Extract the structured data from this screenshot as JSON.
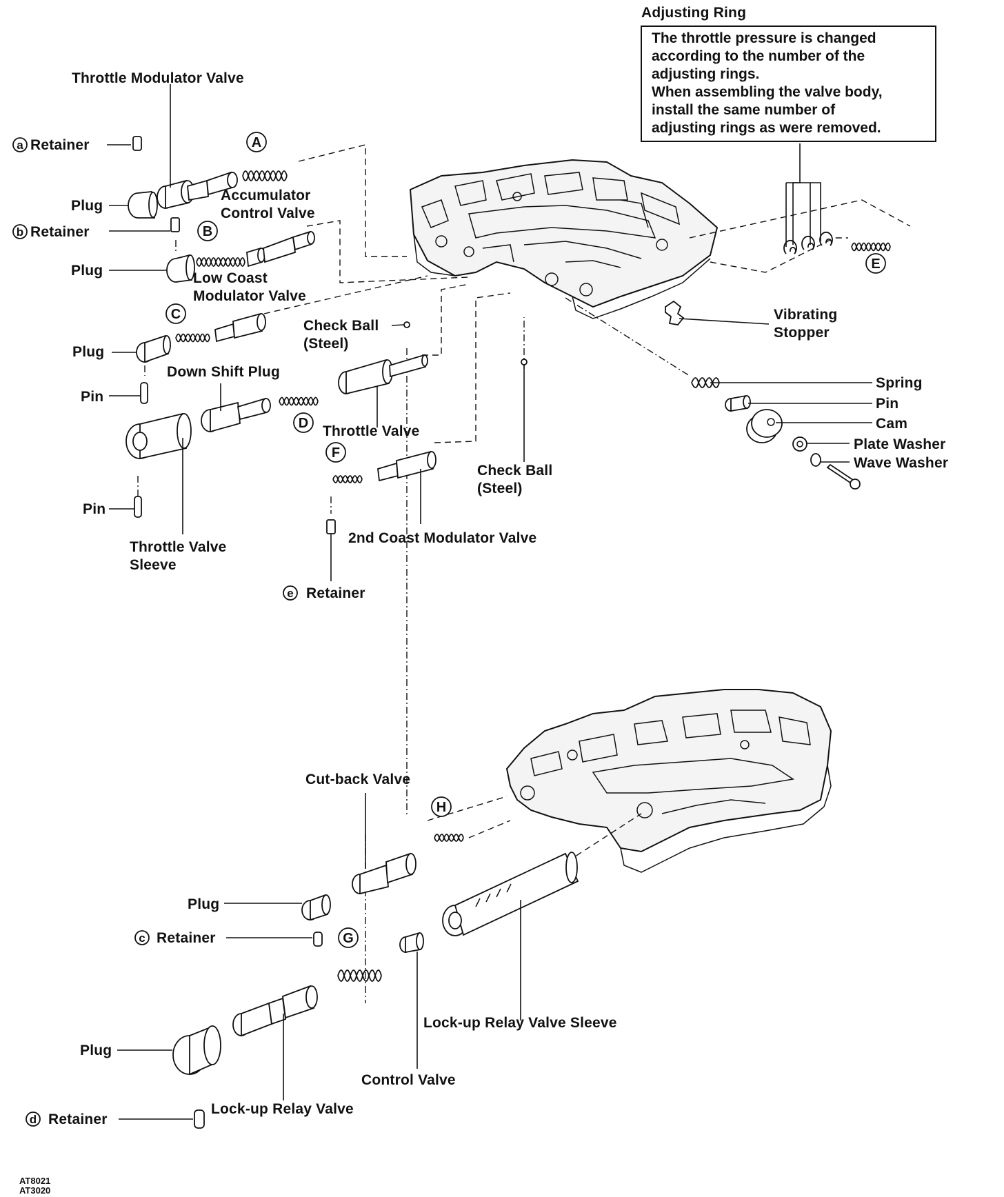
{
  "labels": {
    "adjusting_ring": "Adjusting Ring",
    "throttle_modulator_valve": "Throttle Modulator Valve",
    "retainer_a": "Retainer",
    "plug_1": "Plug",
    "accumulator_control_valve_1": "Accumulator",
    "accumulator_control_valve_2": "Control Valve",
    "retainer_b": "Retainer",
    "plug_2": "Plug",
    "low_coast_modulator_valve_1": "Low Coast",
    "low_coast_modulator_valve_2": "Modulator Valve",
    "check_ball_1_line1": "Check Ball",
    "check_ball_1_line2": "(Steel)",
    "plug_3": "Plug",
    "pin_1": "Pin",
    "down_shift_plug": "Down Shift Plug",
    "throttle_valve": "Throttle Valve",
    "pin_2": "Pin",
    "throttle_valve_sleeve_1": "Throttle Valve",
    "throttle_valve_sleeve_2": "Sleeve",
    "second_coast_modulator_valve": "2nd Coast Modulator Valve",
    "retainer_e": "Retainer",
    "check_ball_2_line1": "Check Ball",
    "check_ball_2_line2": "(Steel)",
    "vibrating_stopper_1": "Vibrating",
    "vibrating_stopper_2": "Stopper",
    "spring": "Spring",
    "pin_3": "Pin",
    "cam": "Cam",
    "plate_washer": "Plate Washer",
    "wave_washer": "Wave Washer",
    "cut_back_valve": "Cut-back Valve",
    "plug_4": "Plug",
    "retainer_c": "Retainer",
    "lockup_relay_valve_sleeve": "Lock-up Relay Valve Sleeve",
    "plug_5": "Plug",
    "control_valve": "Control Valve",
    "lockup_relay_valve": "Lock-up Relay Valve",
    "retainer_d": "Retainer"
  },
  "letters": {
    "a": "a",
    "b": "b",
    "c": "c",
    "d": "d",
    "e": "e",
    "A": "A",
    "B": "B",
    "C": "C",
    "D": "D",
    "E": "E",
    "F": "F",
    "G": "G",
    "H": "H"
  },
  "note": {
    "line1": "The throttle pressure is changed",
    "line2": "according to the number of the",
    "line3": "adjusting rings.",
    "line4": "When assembling the valve body,",
    "line5": "install the same number of",
    "line6": "adjusting rings as were removed."
  },
  "codes": {
    "code1": "AT8021",
    "code2": "AT3020"
  }
}
